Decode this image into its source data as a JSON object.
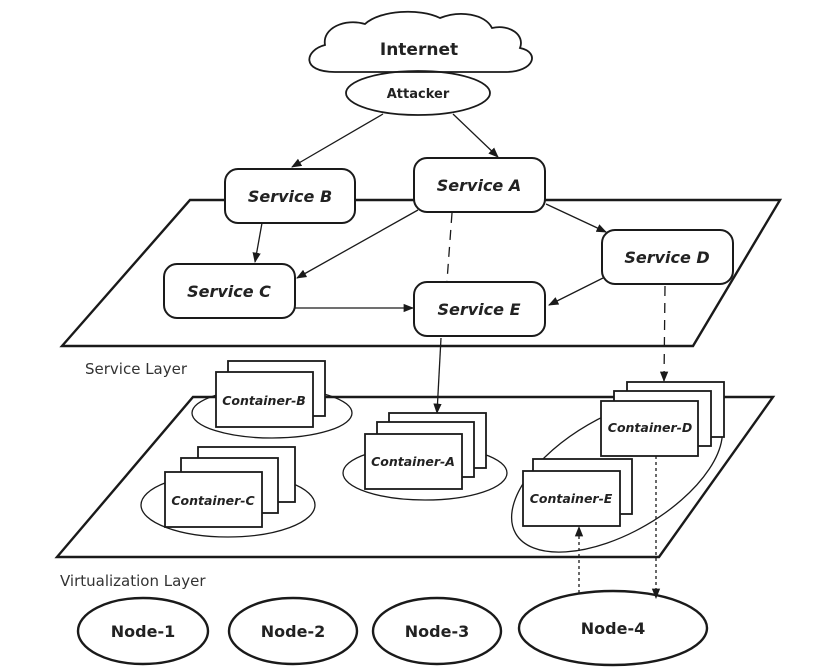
{
  "internet": {
    "label": "Internet"
  },
  "attacker": {
    "label": "Attacker"
  },
  "layers": {
    "service": "Service Layer",
    "virtualization": "Virtualization Layer"
  },
  "services": {
    "a": "Service A",
    "b": "Service B",
    "c": "Service C",
    "d": "Service D",
    "e": "Service E"
  },
  "containers": {
    "a": "Container-A",
    "b": "Container-B",
    "c": "Container-C",
    "d": "Container-D",
    "e": "Container-E"
  },
  "nodes": [
    "Node-1",
    "Node-2",
    "Node-3",
    "Node-4"
  ],
  "edges": [
    {
      "from": "Attacker",
      "to": "Service B",
      "style": "solid"
    },
    {
      "from": "Attacker",
      "to": "Service A",
      "style": "solid"
    },
    {
      "from": "Service B",
      "to": "Service C",
      "style": "solid"
    },
    {
      "from": "Service A",
      "to": "Service C",
      "style": "solid"
    },
    {
      "from": "Service A",
      "to": "Service D",
      "style": "solid"
    },
    {
      "from": "Service A",
      "to": "Service E",
      "style": "dashed"
    },
    {
      "from": "Service C",
      "to": "Service E",
      "style": "solid"
    },
    {
      "from": "Service D",
      "to": "Service E",
      "style": "solid"
    },
    {
      "from": "Service E",
      "to": "Container-A",
      "style": "solid"
    },
    {
      "from": "Service D",
      "to": "Container-D",
      "style": "dashed"
    },
    {
      "from": "Container-D",
      "to": "Node-4",
      "style": "dotted"
    },
    {
      "from": "Node-4",
      "to": "Container-E",
      "style": "dotted"
    }
  ]
}
